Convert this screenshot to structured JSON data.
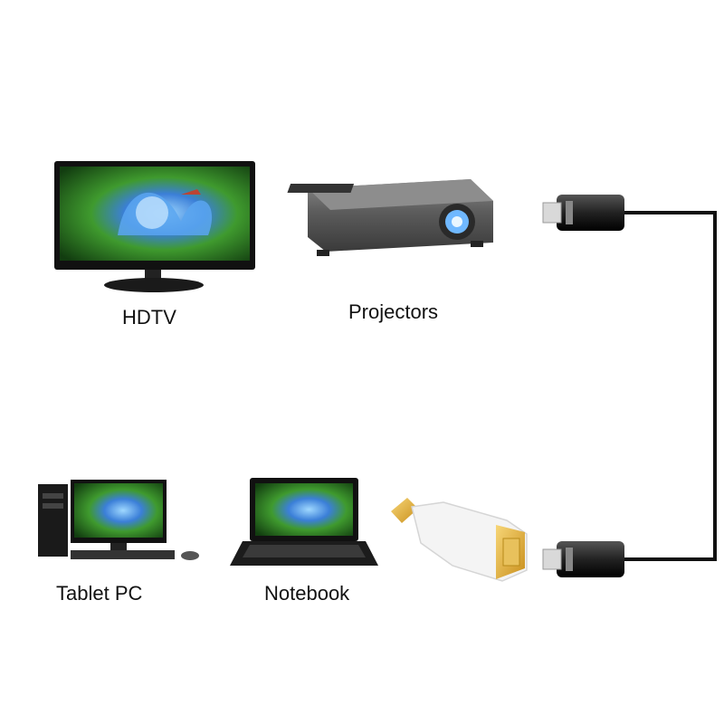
{
  "labels": {
    "hdtv": "HDTV",
    "projectors": "Projectors",
    "tablet_pc": "Tablet PC",
    "notebook": "Notebook"
  },
  "colors": {
    "screen_green": "#3f9a2e",
    "flower_blue": "#3b7fd8",
    "device_dark": "#222222",
    "projector_gray": "#5c5c5c",
    "adapter_white": "#f4f4f4",
    "connector_gold": "#e3b341",
    "cable_black": "#111111"
  },
  "icons": [
    "hdtv-icon",
    "projector-icon",
    "desktop-pc-icon",
    "notebook-icon",
    "adapter-icon",
    "vga-connector-icon",
    "cable-icon"
  ]
}
